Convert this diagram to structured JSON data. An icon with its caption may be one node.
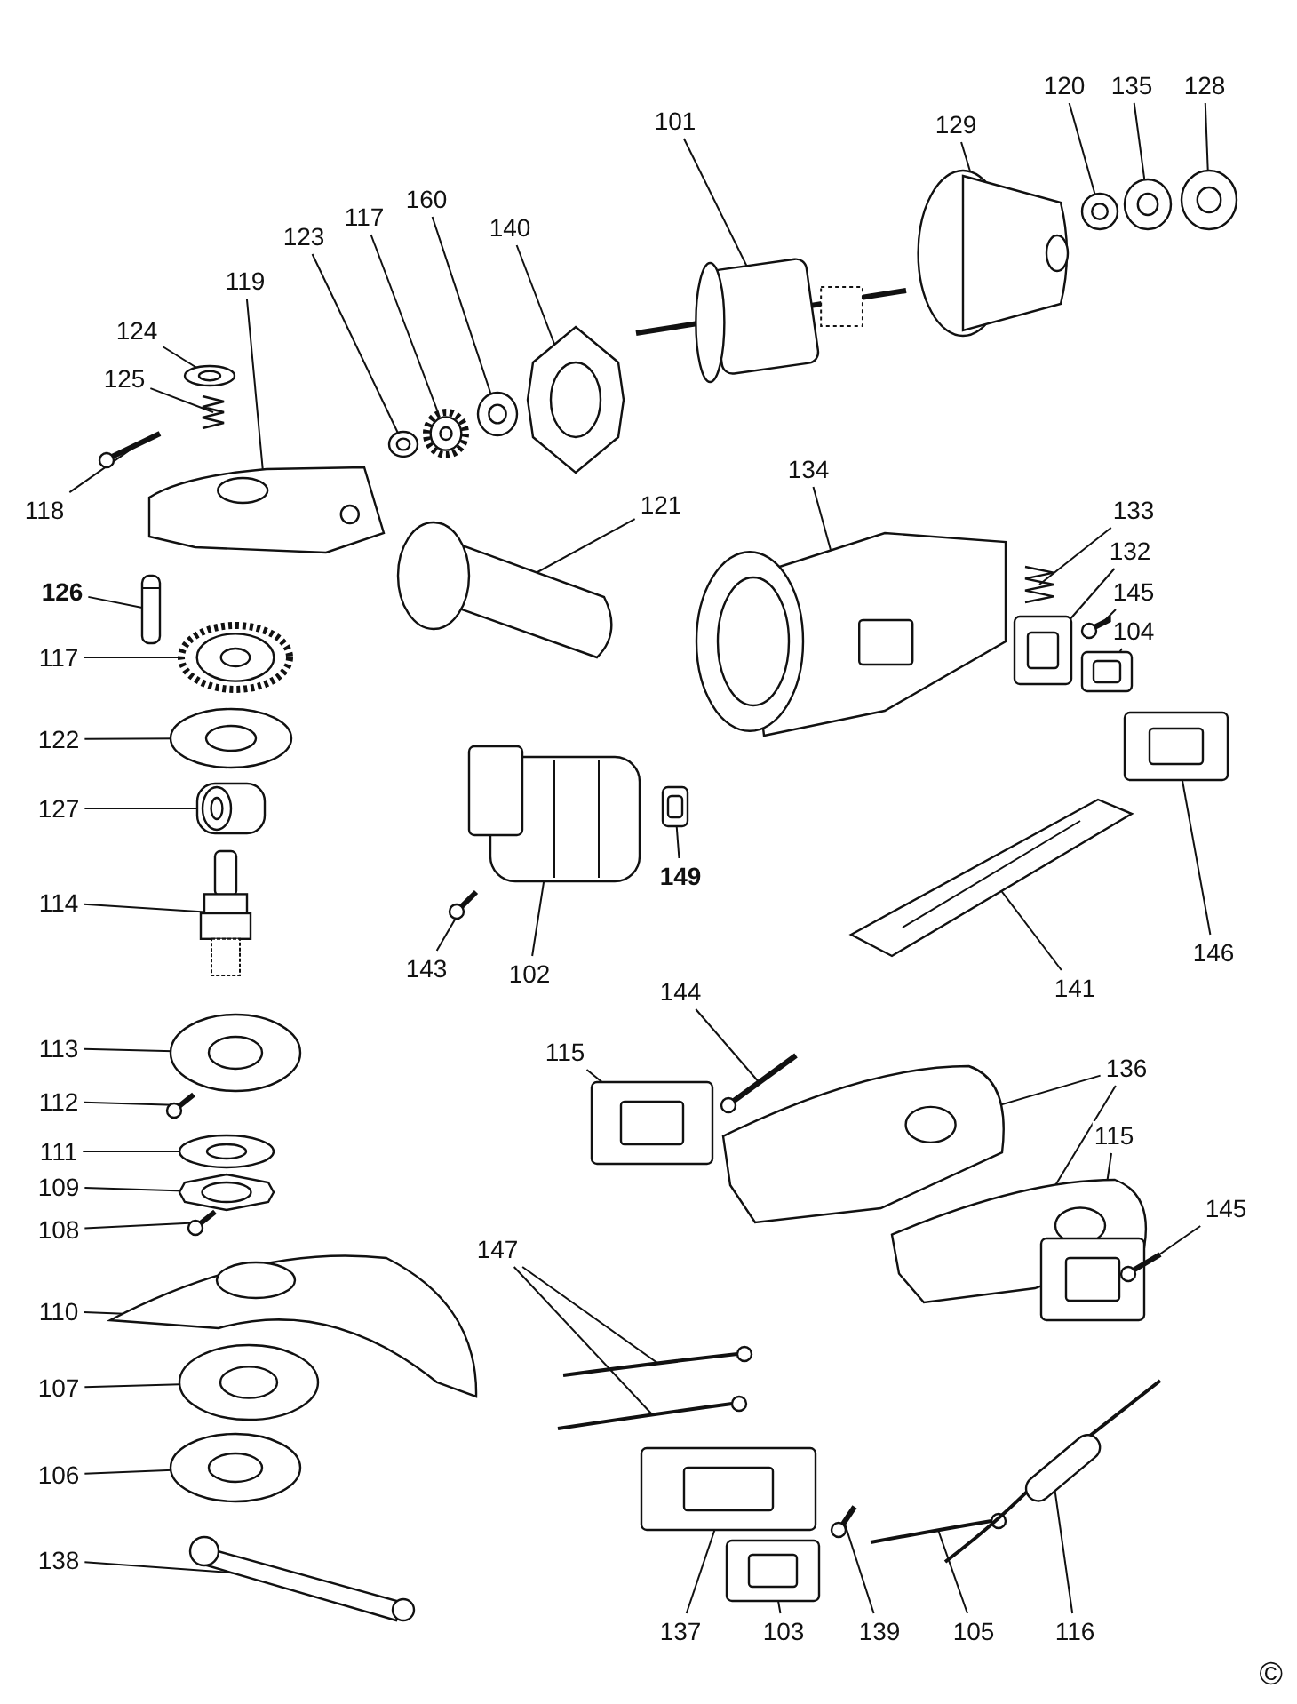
{
  "diagram": {
    "nodes": [
      {
        "text": [
          "101"
        ]
      },
      {
        "text": [],
        "shape": "picture"
      },
      {
        "text": [
          "129"
        ]
      },
      {
        "text": [],
        "shape": "picture"
      },
      {
        "text": [
          "120"
        ]
      },
      {
        "text": [],
        "shape": "picture"
      },
      {
        "text": [
          "135"
        ]
      },
      {
        "text": [],
        "shape": "picture"
      },
      {
        "text": [
          "128"
        ]
      },
      {
        "text": [],
        "shape": "picture"
      },
      {
        "text": [
          "140"
        ]
      },
      {
        "text": [],
        "shape": "picture"
      },
      {
        "text": [
          "160"
        ]
      },
      {
        "text": [],
        "shape": "picture"
      },
      {
        "text": [
          "117"
        ]
      },
      {
        "text": [],
        "shape": "picture"
      },
      {
        "text": [
          "123"
        ]
      },
      {
        "text": [],
        "shape": "picture"
      },
      {
        "text": [
          "119"
        ]
      },
      {
        "text": [],
        "shape": "picture"
      },
      {
        "text": [
          "124"
        ]
      },
      {
        "text": [],
        "shape": "picture"
      },
      {
        "text": [
          "125"
        ]
      },
      {
        "text": [],
        "shape": "picture"
      },
      {
        "text": [
          "118"
        ]
      },
      {
        "text": [],
        "shape": "picture"
      },
      {
        "text": [
          "134"
        ]
      },
      {
        "text": [],
        "shape": "picture"
      },
      {
        "text": [
          "121"
        ]
      },
      {
        "text": [],
        "shape": "picture"
      },
      {
        "text": [
          "133"
        ]
      },
      {
        "text": [],
        "shape": "picture"
      },
      {
        "text": [
          "132"
        ]
      },
      {
        "text": [],
        "shape": "picture"
      },
      {
        "text": [
          "145"
        ]
      },
      {
        "text": [],
        "shape": "picture"
      },
      {
        "text": [
          "126"
        ]
      },
      {
        "text": [],
        "shape": "picture"
      },
      {
        "text": [
          "104"
        ]
      },
      {
        "text": [],
        "shape": "picture"
      },
      {
        "text": [
          "117"
        ]
      },
      {
        "text": [],
        "shape": "picture"
      },
      {
        "text": [
          "122"
        ]
      },
      {
        "text": [],
        "shape": "picture"
      },
      {
        "text": [
          "127"
        ]
      },
      {
        "text": [],
        "shape": "picture"
      },
      {
        "text": [
          "149"
        ]
      },
      {
        "text": [],
        "shape": "picture"
      },
      {
        "text": [
          "114"
        ]
      },
      {
        "text": [],
        "shape": "picture"
      },
      {
        "text": [
          "143"
        ]
      },
      {
        "text": [],
        "shape": "picture"
      },
      {
        "text": [
          "102"
        ]
      },
      {
        "text": [],
        "shape": "picture"
      },
      {
        "text": [
          "146"
        ]
      },
      {
        "text": [],
        "shape": "picture"
      },
      {
        "text": [
          "141"
        ]
      },
      {
        "text": [],
        "shape": "picture"
      },
      {
        "text": [
          "144"
        ]
      },
      {
        "text": [],
        "shape": "picture"
      },
      {
        "text": [
          "113"
        ]
      },
      {
        "text": [],
        "shape": "picture"
      },
      {
        "text": [
          "115"
        ]
      },
      {
        "text": [],
        "shape": "picture"
      },
      {
        "text": [
          "136"
        ]
      },
      {
        "text": [],
        "shape": "picture"
      },
      {
        "text": [],
        "shape": "picture"
      },
      {
        "text": [
          "112"
        ]
      },
      {
        "text": [],
        "shape": "picture"
      },
      {
        "text": [
          "115"
        ]
      },
      {
        "text": [],
        "shape": "picture"
      },
      {
        "text": [
          "111"
        ]
      },
      {
        "text": [],
        "shape": "picture"
      },
      {
        "text": [
          "109"
        ]
      },
      {
        "text": [],
        "shape": "picture"
      },
      {
        "text": [
          "145"
        ]
      },
      {
        "text": [],
        "shape": "picture"
      },
      {
        "text": [
          "108"
        ]
      },
      {
        "text": [],
        "shape": "picture"
      },
      {
        "text": [
          "147"
        ]
      },
      {
        "text": [],
        "shape": "picture"
      },
      {
        "text": [],
        "shape": "picture"
      },
      {
        "text": [
          "110"
        ]
      },
      {
        "text": [],
        "shape": "picture"
      },
      {
        "text": [
          "107"
        ]
      },
      {
        "text": [],
        "shape": "picture"
      },
      {
        "text": [
          "106"
        ]
      },
      {
        "text": [],
        "shape": "picture"
      },
      {
        "text": [
          "138"
        ]
      },
      {
        "text": [],
        "shape": "picture"
      },
      {
        "text": [
          "137"
        ]
      },
      {
        "text": [],
        "shape": "picture"
      },
      {
        "text": [
          "103"
        ]
      },
      {
        "text": [],
        "shape": "picture"
      },
      {
        "text": [
          "139"
        ]
      },
      {
        "text": [],
        "shape": "picture"
      },
      {
        "text": [
          "105"
        ]
      },
      {
        "text": [],
        "shape": "picture"
      },
      {
        "text": [
          "116"
        ]
      },
      {
        "text": [],
        "shape": "picture"
      }
    ],
    "edges": [
      {
        "from": 0,
        "to": 1,
        "arrow": "none"
      },
      {
        "from": 2,
        "to": 3,
        "arrow": "none"
      },
      {
        "from": 4,
        "to": 5,
        "arrow": "none"
      },
      {
        "from": 6,
        "to": 7,
        "arrow": "none"
      },
      {
        "from": 8,
        "to": 9,
        "arrow": "none"
      },
      {
        "from": 10,
        "to": 11,
        "arrow": "none"
      },
      {
        "from": 12,
        "to": 13,
        "arrow": "none"
      },
      {
        "from": 14,
        "to": 15,
        "arrow": "none"
      },
      {
        "from": 16,
        "to": 17,
        "arrow": "none"
      },
      {
        "from": 18,
        "to": 19,
        "arrow": "none"
      },
      {
        "from": 20,
        "to": 21,
        "arrow": "none"
      },
      {
        "from": 22,
        "to": 23,
        "arrow": "none"
      },
      {
        "from": 24,
        "to": 25,
        "arrow": "none"
      },
      {
        "from": 26,
        "to": 27,
        "arrow": "none"
      },
      {
        "from": 28,
        "to": 29,
        "arrow": "none"
      },
      {
        "from": 30,
        "to": 31,
        "arrow": "none"
      },
      {
        "from": 32,
        "to": 33,
        "arrow": "none"
      },
      {
        "from": 34,
        "to": 35,
        "arrow": "none"
      },
      {
        "from": 36,
        "to": 37,
        "arrow": "none"
      },
      {
        "from": 38,
        "to": 39,
        "arrow": "none"
      },
      {
        "from": 40,
        "to": 41,
        "arrow": "none"
      },
      {
        "from": 42,
        "to": 43,
        "arrow": "none"
      },
      {
        "from": 44,
        "to": 45,
        "arrow": "none"
      },
      {
        "from": 46,
        "to": 47,
        "arrow": "none"
      },
      {
        "from": 48,
        "to": 49,
        "arrow": "none"
      },
      {
        "from": 50,
        "to": 51,
        "arrow": "none"
      },
      {
        "from": 52,
        "to": 53,
        "arrow": "none"
      },
      {
        "from": 54,
        "to": 55,
        "arrow": "none"
      },
      {
        "from": 56,
        "to": 57,
        "arrow": "none"
      },
      {
        "from": 58,
        "to": 59,
        "arrow": "none"
      },
      {
        "from": 60,
        "to": 61,
        "arrow": "none"
      },
      {
        "from": 62,
        "to": 63,
        "arrow": "none"
      },
      {
        "from": 64,
        "to": 65,
        "arrow": "none"
      },
      {
        "from": 64,
        "to": 66,
        "arrow": "none"
      },
      {
        "from": 67,
        "to": 68,
        "arrow": "none"
      },
      {
        "from": 69,
        "to": 70,
        "arrow": "none"
      },
      {
        "from": 71,
        "to": 72,
        "arrow": "none"
      },
      {
        "from": 73,
        "to": 74,
        "arrow": "none"
      },
      {
        "from": 75,
        "to": 76,
        "arrow": "none"
      },
      {
        "from": 77,
        "to": 78,
        "arrow": "none"
      },
      {
        "from": 79,
        "to": 80,
        "arrow": "none"
      },
      {
        "from": 79,
        "to": 81,
        "arrow": "none"
      },
      {
        "from": 82,
        "to": 83,
        "arrow": "none"
      },
      {
        "from": 84,
        "to": 85,
        "arrow": "none"
      },
      {
        "from": 86,
        "to": 87,
        "arrow": "none"
      },
      {
        "from": 88,
        "to": 89,
        "arrow": "none"
      },
      {
        "from": 90,
        "to": 91,
        "arrow": "none"
      },
      {
        "from": 92,
        "to": 93,
        "arrow": "none"
      },
      {
        "from": 94,
        "to": 95,
        "arrow": "none"
      },
      {
        "from": 96,
        "to": 97,
        "arrow": "none"
      },
      {
        "from": 98,
        "to": 99,
        "arrow": "none"
      }
    ],
    "labels": [
      "©"
    ]
  }
}
